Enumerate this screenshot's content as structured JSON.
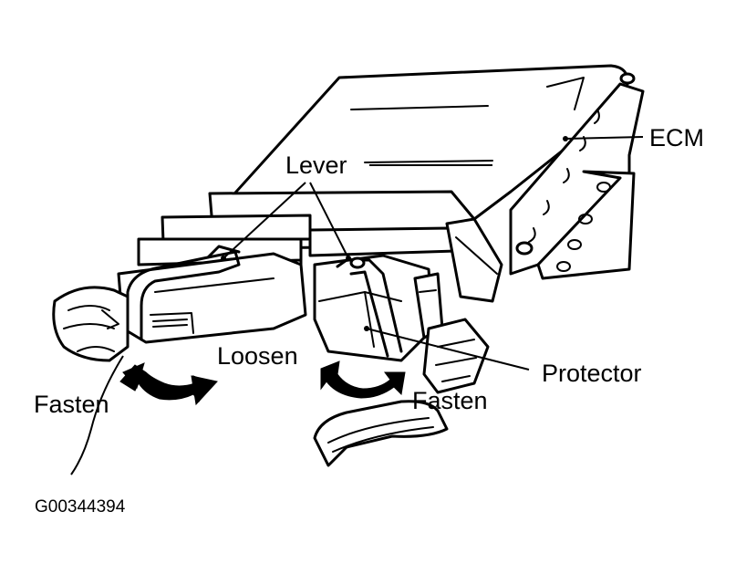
{
  "labels": {
    "ecm": "ECM",
    "lever": "Lever",
    "loosen": "Loosen",
    "protector": "Protector",
    "fasten_left": "Fasten",
    "fasten_right": "Fasten"
  },
  "figure_id": "G00344394"
}
